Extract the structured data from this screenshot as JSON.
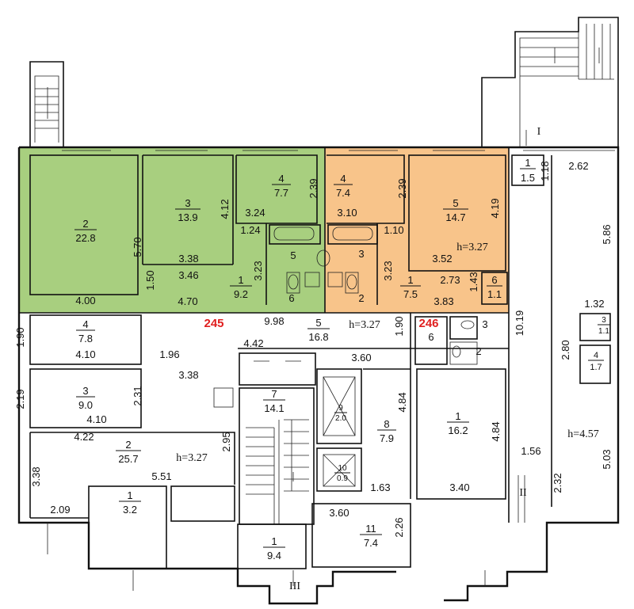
{
  "colors": {
    "apt245": "#a8cf7f",
    "apt246": "#f8c48a",
    "red": "#e02020",
    "ink": "#111111"
  },
  "apartments": {
    "green": "245",
    "orange": "246"
  },
  "sections": {
    "I": "I",
    "II": "II",
    "III": "III"
  },
  "rooms": {
    "g2": {
      "num": "2",
      "area": "22.8"
    },
    "g3": {
      "num": "3",
      "area": "13.9"
    },
    "g4": {
      "num": "4",
      "area": "7.7"
    },
    "g5": {
      "num": "5"
    },
    "g1": {
      "num": "1",
      "area": "9.2"
    },
    "g6": {
      "num": "6"
    },
    "o4": {
      "num": "4",
      "area": "7.4"
    },
    "o5": {
      "num": "5",
      "area": "14.7"
    },
    "o3": {
      "num": "3"
    },
    "o2": {
      "num": "2"
    },
    "o1": {
      "num": "1",
      "area": "7.5"
    },
    "o6": {
      "num": "6",
      "area": "1.1"
    },
    "w4": {
      "num": "4",
      "area": "7.8"
    },
    "c5": {
      "num": "5",
      "area": "16.8"
    },
    "r6": {
      "num": "6"
    },
    "r3": {
      "num": "3"
    },
    "r2": {
      "num": "2"
    },
    "w3": {
      "num": "3",
      "area": "9.0"
    },
    "s7": {
      "num": "7",
      "area": "14.1"
    },
    "e9": {
      "num": "9",
      "area": "2.0"
    },
    "e10": {
      "num": "10",
      "area": "0.9"
    },
    "c8": {
      "num": "8",
      "area": "7.9"
    },
    "e1": {
      "num": "1",
      "area": "16.2"
    },
    "w2": {
      "num": "2",
      "area": "25.7"
    },
    "b1": {
      "num": "1",
      "area": "3.2"
    },
    "m1": {
      "num": "1",
      "area": "9.4"
    },
    "m11": {
      "num": "11",
      "area": "7.4"
    },
    "k1": {
      "num": "1",
      "area": "1.5"
    },
    "k3": {
      "num": "3",
      "area": "1.1"
    },
    "k4": {
      "num": "4",
      "area": "1.7"
    }
  },
  "heights": {
    "orange": "h=3.27",
    "corridor": "h=3.27",
    "west": "h=3.27",
    "east": "h=4.57"
  },
  "dims": {
    "d570": "5.70",
    "d400": "4.00",
    "d412": "4.12",
    "d338a": "3.38",
    "d346": "3.46",
    "d150": "1.50",
    "d239a": "2.39",
    "d324": "3.24",
    "d124": "1.24",
    "d323a": "3.23",
    "d470": "4.70",
    "d239b": "2.39",
    "d310": "3.10",
    "d110": "1.10",
    "d419": "4.19",
    "d352": "3.52",
    "d323b": "3.23",
    "d273": "2.73",
    "d143": "1.43",
    "d383": "3.83",
    "d118": "1.18",
    "d262": "2.62",
    "d586": "5.86",
    "d1019": "10.19",
    "d132": "1.32",
    "d280": "2.80",
    "d190a": "1.90",
    "d410a": "4.10",
    "d998": "9.98",
    "d196": "1.96",
    "d442": "4.42",
    "d360a": "3.60",
    "d190b": "1.90",
    "d338b": "3.38",
    "d219": "2.19",
    "d231": "2.31",
    "d410b": "4.10",
    "d422": "4.22",
    "d295": "2.95",
    "d338c": "3.38",
    "d551": "5.51",
    "d484a": "4.84",
    "d484b": "4.84",
    "d163": "1.63",
    "d340": "3.40",
    "d156": "1.56",
    "d232": "2.32",
    "d503": "5.03",
    "d209": "2.09",
    "d360b": "3.60",
    "d226": "2.26"
  }
}
